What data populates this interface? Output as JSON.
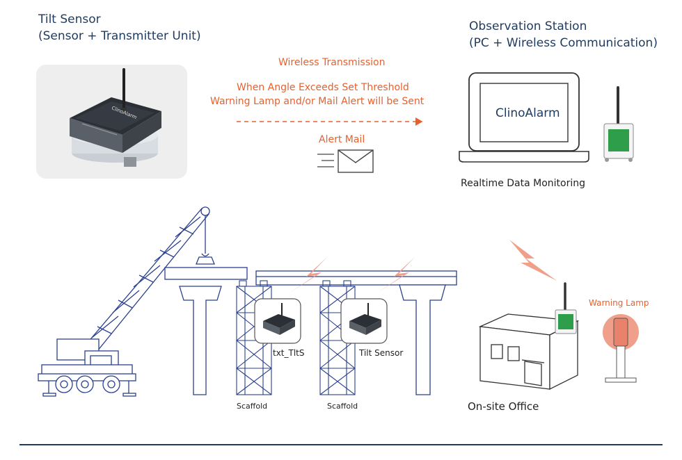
{
  "sensor_unit": {
    "title": "Tilt Sensor",
    "subtitle": "(Sensor + Transmitter Unit)",
    "device_label": "ClinoAlarm"
  },
  "observation_station": {
    "title": "Observation Station",
    "subtitle": "(PC + Wireless Communication)",
    "screen_label": "ClinoAlarm",
    "caption": "Realtime Data Monitoring"
  },
  "transmission": {
    "title": "Wireless Transmission",
    "line1": "When Angle Exceeds Set Threshold",
    "line2": "Warning Lamp and/or Mail Alert will be Sent",
    "mail_label": "Alert Mail"
  },
  "site": {
    "scaffold_left": "Scaffold",
    "scaffold_right": "Scaffold",
    "sensor_left": "txt_TltS",
    "sensor_right": "Tilt Sensor",
    "office": "On-site Office",
    "warning_lamp": "Warning Lamp"
  },
  "colors": {
    "navy": "#1f3a5f",
    "accent": "#e8602c",
    "structure": "#2a3f8f",
    "lamp": "#f0a08a",
    "device_green": "#2e9e4a",
    "line": "#333333",
    "panel": "#eeeeee"
  }
}
